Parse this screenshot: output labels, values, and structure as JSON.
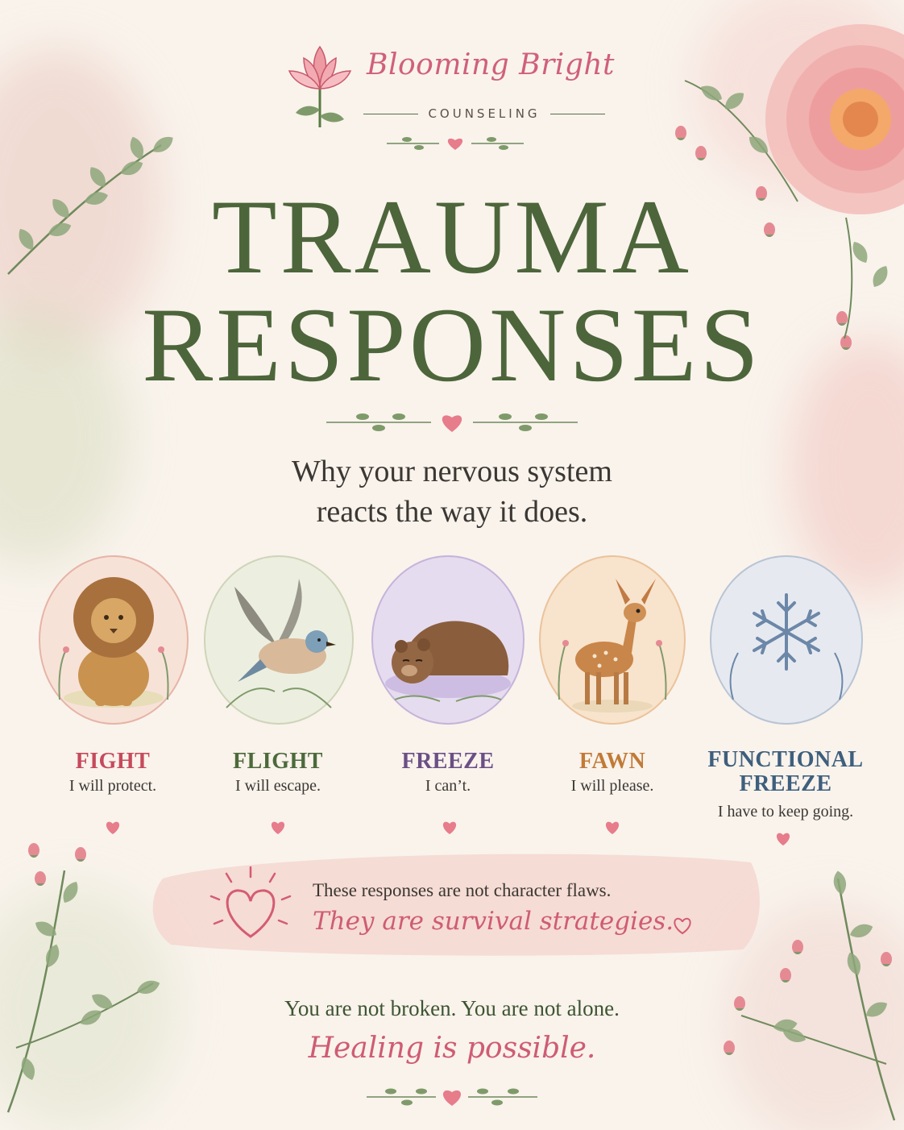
{
  "brand": {
    "name": "Blooming Bright",
    "subtitle": "COUNSELING"
  },
  "title": {
    "line1": "TRAUMA",
    "line2": "RESPONSES"
  },
  "subtitle": {
    "line1": "Why your nervous system",
    "line2": "reacts the way it does."
  },
  "responses": [
    {
      "label": "FIGHT",
      "desc": "I will protect.",
      "color": "#c64a5c",
      "icon": "lion-icon"
    },
    {
      "label": "FLIGHT",
      "desc": "I will escape.",
      "color": "#4c6a3a",
      "icon": "bird-icon"
    },
    {
      "label": "FREEZE",
      "desc": "I can’t.",
      "color": "#6b4f86",
      "icon": "bear-icon"
    },
    {
      "label": "FAWN",
      "desc": "I will please.",
      "color": "#c27a36",
      "icon": "deer-icon"
    },
    {
      "label_line1": "FUNCTIONAL",
      "label_line2": "FREEZE",
      "desc": "I have to keep going.",
      "color": "#3e5f7d",
      "icon": "snowflake-icon"
    }
  ],
  "banner": {
    "line1": "These responses are not character flaws.",
    "line2": "They are survival strategies."
  },
  "closing": {
    "line1": "You are not broken. You are not alone.",
    "line2": "Healing is possible."
  },
  "colors": {
    "title_green": "#4d653a",
    "accent_pink": "#cf5c73",
    "background": "#f9f3ec"
  }
}
